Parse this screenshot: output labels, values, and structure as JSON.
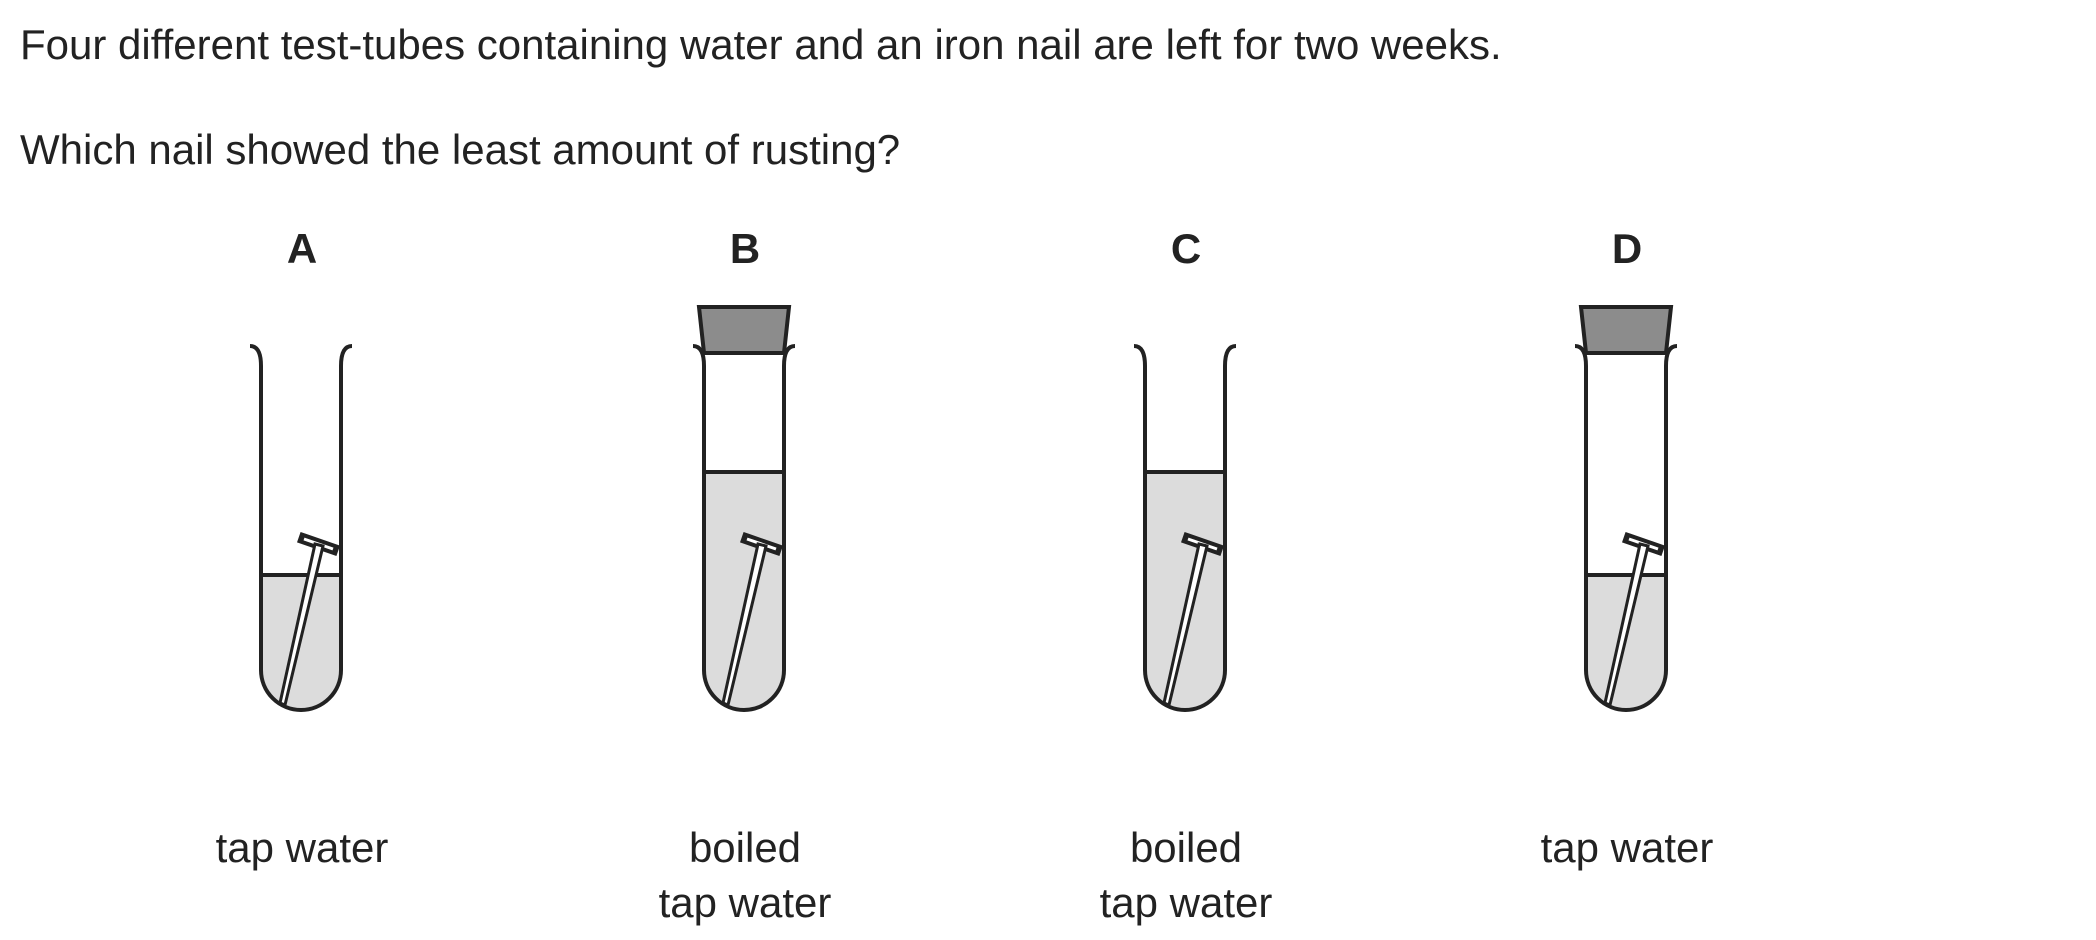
{
  "question": {
    "line1": "Four different test-tubes containing water and an iron nail are left for two weeks.",
    "line2": "Which nail showed the least amount of rusting?"
  },
  "tubes": [
    {
      "label": "A",
      "caption_lines": [
        "tap water"
      ],
      "stoppered": false,
      "water_level": "low"
    },
    {
      "label": "B",
      "caption_lines": [
        "boiled",
        "tap water"
      ],
      "stoppered": true,
      "water_level": "high"
    },
    {
      "label": "C",
      "caption_lines": [
        "boiled",
        "tap water"
      ],
      "stoppered": false,
      "water_level": "high"
    },
    {
      "label": "D",
      "caption_lines": [
        "tap water"
      ],
      "stoppered": true,
      "water_level": "low"
    }
  ],
  "colors": {
    "water": "#dcdcdc",
    "stopper": "#8c8c8c",
    "outline": "#222222"
  }
}
